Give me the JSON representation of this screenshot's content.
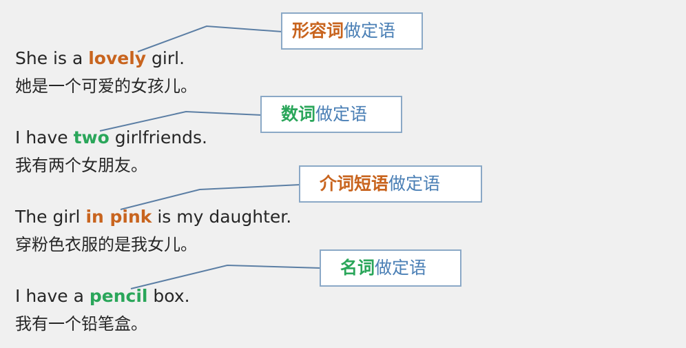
{
  "colors": {
    "orange": "#c8641e",
    "green": "#2aa65a",
    "blue": "#4a7fb5",
    "box_border": "#8aa8c6",
    "connector": "#5b7ea4"
  },
  "examples": [
    {
      "en_before": "She is a ",
      "en_hl": "lovely",
      "en_after": " girl.",
      "cn": "她是一个可爱的女孩儿。",
      "hl_color": "orange",
      "tag_kw": "形容词",
      "tag_rest": "做定语"
    },
    {
      "en_before": "I have ",
      "en_hl": "two",
      "en_after": " girlfriends.",
      "cn": "我有两个女朋友。",
      "hl_color": "green",
      "tag_kw": "数词",
      "tag_rest": "做定语"
    },
    {
      "en_before": "The girl ",
      "en_hl": "in pink",
      "en_after": " is my daughter.",
      "cn": "穿粉色衣服的是我女儿。",
      "hl_color": "orange",
      "tag_kw": "介词短语",
      "tag_rest": "做定语"
    },
    {
      "en_before": "I have a ",
      "en_hl": "pencil",
      "en_after": " box.",
      "cn": "我有一个铅笔盒。",
      "hl_color": "green",
      "tag_kw": "名词",
      "tag_rest": "做定语"
    }
  ]
}
